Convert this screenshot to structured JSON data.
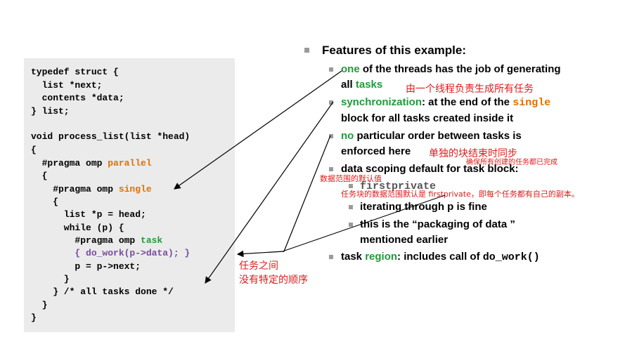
{
  "code": {
    "lines": [
      {
        "t": "typedef struct {"
      },
      {
        "t": "  list *next;"
      },
      {
        "t": "  contents *data;"
      },
      {
        "t": "} list;"
      },
      {
        "t": ""
      },
      {
        "t": "void process_list(list *head)"
      },
      {
        "t": "{"
      },
      {
        "pre": "  #pragma omp ",
        "kw": "parallel"
      },
      {
        "t": "  {"
      },
      {
        "pre": "    #pragma omp ",
        "kw": "single"
      },
      {
        "t": "    {"
      },
      {
        "t": "      list *p = head;"
      },
      {
        "t": "      while (p) {"
      },
      {
        "pre": "        #pragma omp ",
        "kwg": "task"
      },
      {
        "t": "        { do_work(p->data); }",
        "purple": true
      },
      {
        "t": "        p = p->next;"
      },
      {
        "t": "      }"
      },
      {
        "t": "    } /* all tasks done */"
      },
      {
        "t": "  }"
      },
      {
        "t": "}"
      }
    ]
  },
  "slide": {
    "title": "Features of this example:",
    "b1": {
      "w1": "one",
      "t1": " of the threads has the job of generating",
      "t2": "all ",
      "w2": "tasks"
    },
    "b2": {
      "w1": "synchronization",
      "t1": ": at the end of the ",
      "kw": "single",
      "t2": "block for all tasks created inside it"
    },
    "b3": {
      "w1": "no",
      "t1": " particular order between tasks is",
      "t2": "enforced here"
    },
    "b4": {
      "t1": "data scoping default for task block:"
    },
    "s1": {
      "t": "firstprivate"
    },
    "s2": {
      "t": "iterating through p is fine"
    },
    "s3": {
      "t1": "this is the “packaging of data ”",
      "t2": "mentioned earlier"
    },
    "b5": {
      "t1": "task ",
      "w1": "region",
      "t2": ": includes call of ",
      "mono": "do_work()"
    }
  },
  "annotations": {
    "a1": "由一个线程负责生成所有任务",
    "a2": "单独的块结束时同步",
    "a3": "确保所有创建的任务都已完成",
    "a4": "数据范围的默认值",
    "a5": "任务块的数据范围默认是 firstprivate，即每个任务都有自己的副本。",
    "a6_1": "任务之间",
    "a6_2": "没有特定的顺序"
  },
  "colors": {
    "keyword_orange": "#e07000",
    "keyword_green": "#1f9b3a",
    "code_purple": "#7a4aa0",
    "annotation_red": "#e11a1a",
    "bullet_gray": "#9a9a9a"
  }
}
